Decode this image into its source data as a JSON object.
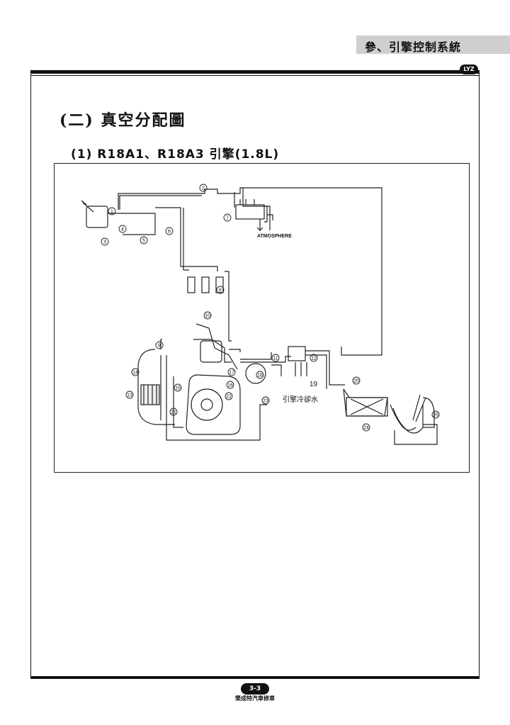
{
  "header": {
    "chapter_title": "參、引擎控制系統",
    "corner_logo": "LYZ"
  },
  "section": {
    "title": "(二) 真空分配圖",
    "subtitle": "(1) R18A1、R18A3 引擎(1.8L)"
  },
  "diagram": {
    "atmosphere_label": "ATMOSPHERE",
    "coolant_label": "引擎冷卻水",
    "coolant_callout": "19",
    "callouts": [
      "1",
      "2",
      "3",
      "4",
      "5",
      "6",
      "7",
      "8",
      "9",
      "10",
      "11",
      "12",
      "13",
      "14",
      "15",
      "16",
      "17",
      "18",
      "20",
      "21",
      "22",
      "23",
      "24",
      "25"
    ]
  },
  "footer": {
    "page_number": "3-3",
    "publisher": "榮成特汽車修車"
  }
}
